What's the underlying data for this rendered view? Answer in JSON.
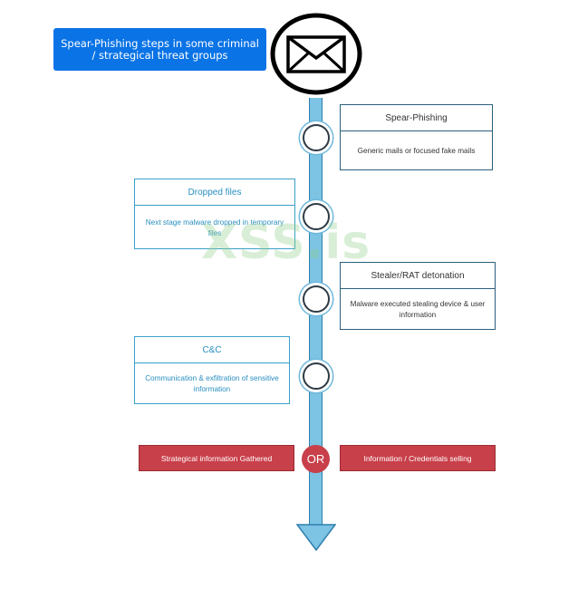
{
  "title": "Spear-Phishing steps in some criminal / strategical threat groups",
  "icon": "envelope-icon",
  "watermark": "XSS.is",
  "steps": [
    {
      "heading": "Spear-Phishing",
      "text": "Generic mails or focused fake mails"
    },
    {
      "heading": "Dropped files",
      "text": "Next stage malware dropped in temporary files"
    },
    {
      "heading": "Stealer/RAT detonation",
      "text": "Malware executed stealing device & user information"
    },
    {
      "heading": "C&C",
      "text": "Communication & exfiltration of sensitive information"
    }
  ],
  "outcomes": {
    "left": "Strategical information Gathered",
    "connector": "OR",
    "right": "Information / Credentials selling"
  },
  "colors": {
    "title_bg": "#0a73e6",
    "spine": "#7cc3e4",
    "outcome": "#c8404a",
    "cyan_text": "#2a8fc0"
  }
}
